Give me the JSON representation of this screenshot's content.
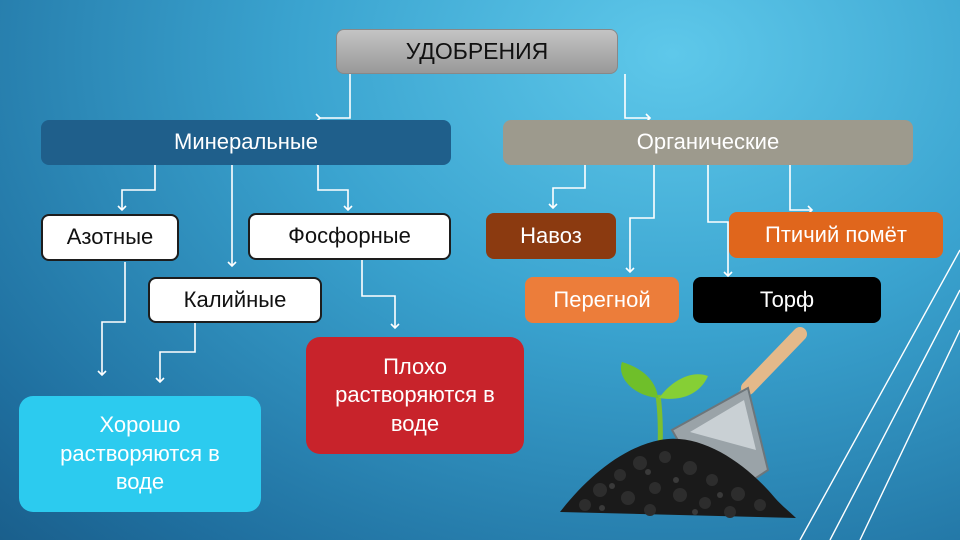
{
  "diagram": {
    "root": "УДОБРЕНИЯ",
    "mineral": "Минеральные",
    "organic": "Органические",
    "nitrogen": "Азотные",
    "phosphorus": "Фосфорные",
    "potassium": "Калийные",
    "soluble_good": "Хорошо растворяются в воде",
    "soluble_poor": "Плохо растворяются в воде",
    "manure": "Навоз",
    "bird_droppings": "Птичий помёт",
    "humus": "Перегной",
    "peat": "Торф"
  },
  "colors": {
    "root_bg": "#a9a9a9",
    "mineral_bg": "#1f5f8b",
    "organic_bg": "#9d9a8d",
    "soluble_good_bg": "#2ccbef",
    "soluble_poor_bg": "#c8232b",
    "manure_bg": "#8b3a10",
    "bird_bg": "#e0661c",
    "humus_bg": "#ec7d3a",
    "peat_bg": "#000000"
  },
  "illustration": {
    "icons": [
      "plant-sprout-icon",
      "shovel-icon",
      "soil-pile-icon"
    ]
  }
}
